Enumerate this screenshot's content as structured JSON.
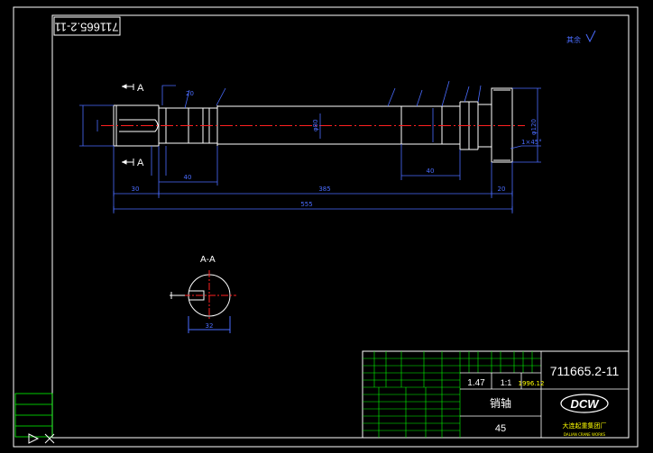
{
  "drawing": {
    "number": "711665.2-11",
    "number_rotated": "711665.2-11",
    "part_name": "销轴",
    "material": "45",
    "weight": "1.47",
    "scale": "1:1",
    "date": "1996.12",
    "company": "大连起重集团厂",
    "company_en": "DALIAN CRANE WORKS",
    "logo_text": "DCW",
    "section_label": "A-A",
    "section_marker": "A",
    "roughness_note": "其余"
  },
  "dimensions": {
    "overall_length": "555",
    "main_length": "385",
    "left_segment": "30",
    "left_neck": "40",
    "right_segment": "40",
    "head_thickness": "20",
    "chamfer": "1×45°",
    "key_width": "20",
    "shaft_diameter": "φ80",
    "head_diameter": "φ120",
    "section_width": "32"
  },
  "colors": {
    "background": "#000000",
    "outline": "#ffffff",
    "dimension": "#4a6cff",
    "centerline": "#ff2020",
    "frame": "#ffffff",
    "titleblock_grid": "#00ff00",
    "titleblock_text": "#ffff00"
  }
}
